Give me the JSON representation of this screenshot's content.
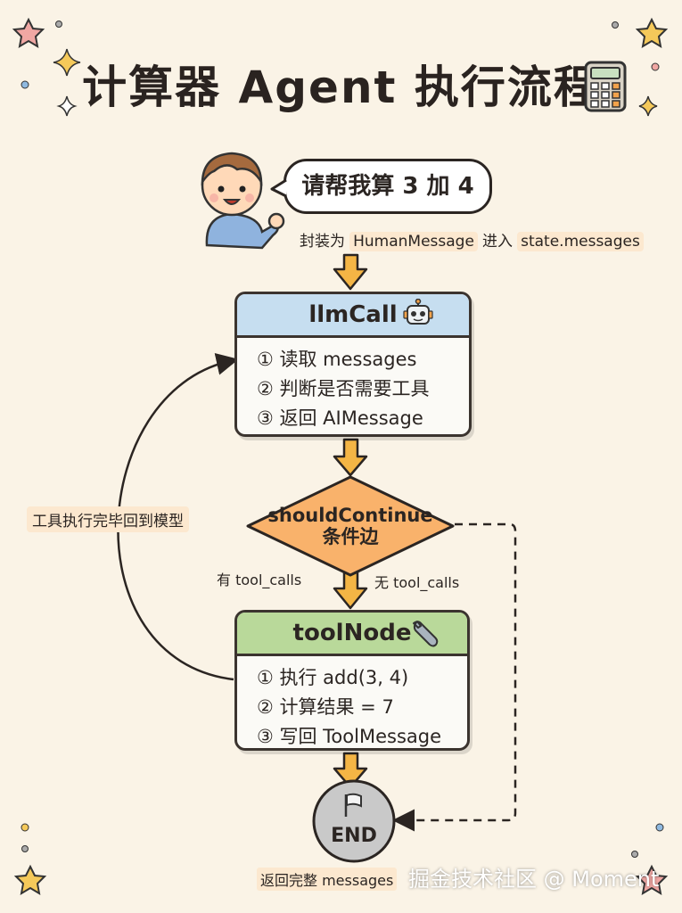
{
  "title": "计算器 Agent 执行流程",
  "user_message": "请帮我算 3 加 4",
  "wrap_note": {
    "prefix": "封装为",
    "human_message": "HumanMessage",
    "middle": "进入",
    "state_messages": "state.messages"
  },
  "llm_node": {
    "title": "llmCall",
    "steps": [
      "① 读取 messages",
      "② 判断是否需要工具",
      "③ 返回 AIMessage"
    ]
  },
  "decision": {
    "line1": "shouldContinue",
    "line2": "条件边"
  },
  "edge_labels": {
    "has_tool_calls": "有 tool_calls",
    "no_tool_calls": "无 tool_calls",
    "loop_back": "工具执行完毕回到模型"
  },
  "tool_node": {
    "title": "toolNode",
    "steps": [
      "① 执行 add(3, 4)",
      "② 计算结果 = 7",
      "③ 写回 ToolMessage"
    ]
  },
  "end_node": {
    "label": "END"
  },
  "footer": {
    "return_note": "返回完整 messages",
    "watermark": "掘金技术社区 @ Moment"
  },
  "colors": {
    "background": "#faf3e6",
    "llm_header": "#c6def0",
    "tool_header": "#b9d99a",
    "decision_fill": "#f9b26b",
    "arrow_fill": "#f4b545",
    "end_fill": "#c9c9c9"
  },
  "icons": [
    "calculator-icon",
    "robot-icon",
    "wrench-icon",
    "flag-icon",
    "sparkle-icon",
    "star-icon"
  ]
}
